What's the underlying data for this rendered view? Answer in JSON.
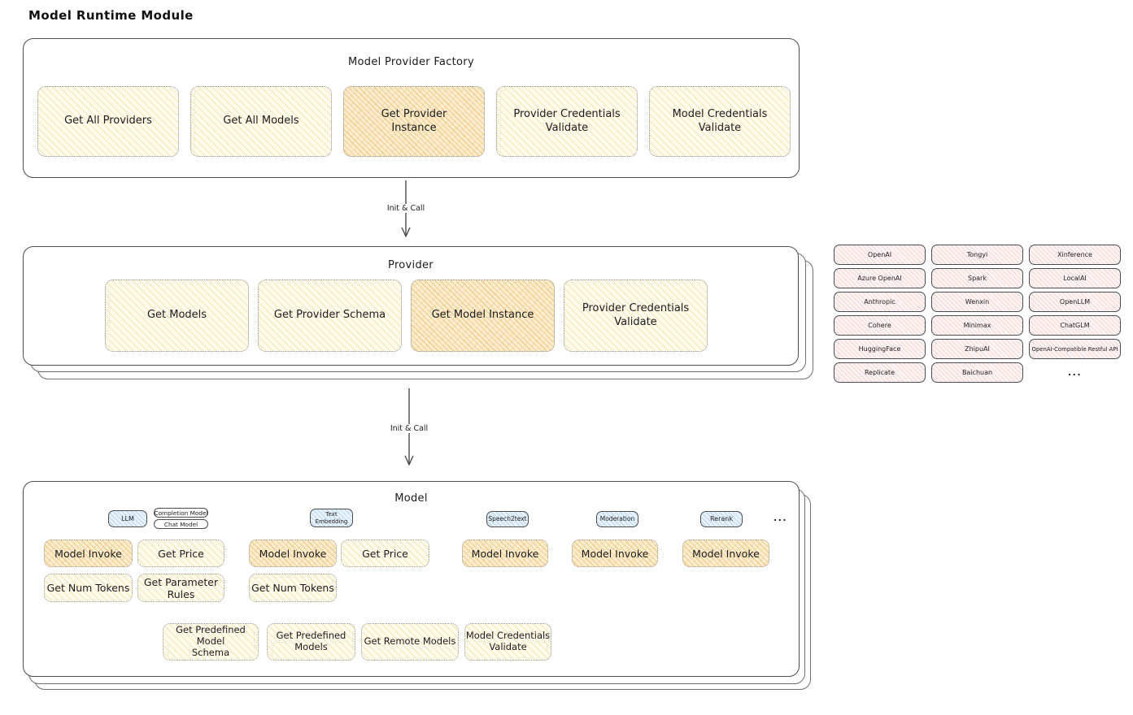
{
  "title": "Model Runtime Module",
  "arrows": {
    "label1": "Init & Call",
    "label2": "Init & Call"
  },
  "factory": {
    "title": "Model Provider Factory",
    "items": [
      "Get All Providers",
      "Get All Models",
      "Get Provider\nInstance",
      "Provider Credentials\nValidate",
      "Model Credentials\nValidate"
    ]
  },
  "provider": {
    "title": "Provider",
    "items": [
      "Get Models",
      "Get Provider Schema",
      "Get Model Instance",
      "Provider Credentials\nValidate"
    ]
  },
  "providers_list": {
    "items": [
      "OpenAI",
      "Tongyi",
      "Xinference",
      "Azure OpenAI",
      "Spark",
      "LocalAI",
      "Anthropic",
      "Wenxin",
      "OpenLLM",
      "Cohere",
      "Minimax",
      "ChatGLM",
      "HuggingFace",
      "ZhipuAI",
      "OpenAI-Compatible Restful API",
      "Replicate",
      "Baichuan"
    ],
    "more": "..."
  },
  "model": {
    "title": "Model",
    "tags": {
      "llm": "LLM",
      "completion": "Completion Model",
      "chat": "Chat Model",
      "text_embedding": "Text\nEmbedding",
      "speech2text": "Speech2text",
      "moderation": "Moderation",
      "rerank": "Rerank"
    },
    "more": "...",
    "actions": {
      "model_invoke": "Model Invoke",
      "get_price": "Get Price",
      "get_num_tokens": "Get Num Tokens",
      "get_parameter_rules": "Get Parameter\nRules"
    },
    "bottom": [
      "Get Predefined Model\nSchema",
      "Get Predefined\nModels",
      "Get Remote Models",
      "Model Credentials\nValidate"
    ]
  },
  "colors": {
    "yellow_fill": "#fefaec",
    "orange_fill": "#fbeed1",
    "pink_fill": "#fdf4f4",
    "blue_fill": "#e9f3fc",
    "border_dark": "#4b4e55"
  }
}
